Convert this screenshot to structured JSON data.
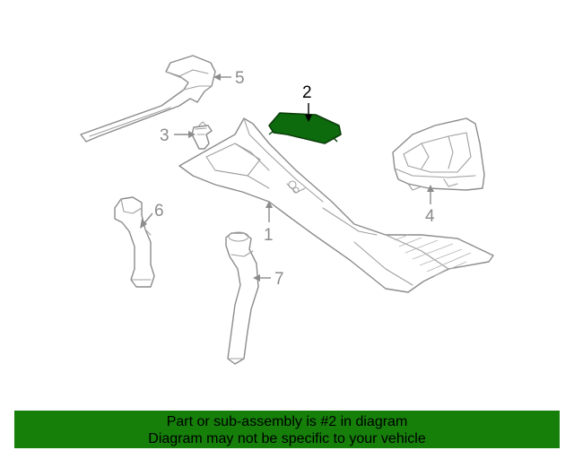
{
  "diagram": {
    "callouts": [
      {
        "id": "1",
        "label": "1"
      },
      {
        "id": "2",
        "label": "2"
      },
      {
        "id": "3",
        "label": "3"
      },
      {
        "id": "4",
        "label": "4"
      },
      {
        "id": "5",
        "label": "5"
      },
      {
        "id": "6",
        "label": "6"
      },
      {
        "id": "7",
        "label": "7"
      }
    ],
    "highlighted_part": "2",
    "highlight_color": "#0d6b0d",
    "line_color": "#8c8c8c"
  },
  "banner": {
    "line1": "Part or sub-assembly is #2 in diagram",
    "line2": "Diagram may not be specific to your vehicle",
    "background_color": "#157f0a"
  }
}
